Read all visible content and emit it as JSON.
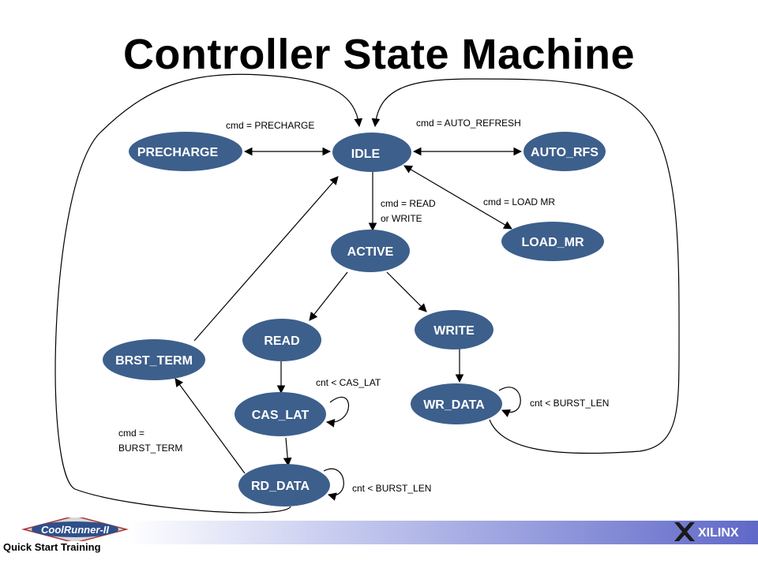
{
  "title": "Controller State Machine",
  "colors": {
    "state_fill": "#3d5f8c",
    "state_text": "#ffffff",
    "arrow": "#000000",
    "footer_gradient_end": "#6068c8"
  },
  "states": {
    "precharge": "PRECHARGE",
    "idle": "IDLE",
    "auto_rfs": "AUTO_RFS",
    "active": "ACTIVE",
    "load_mr": "LOAD_MR",
    "read": "READ",
    "write": "WRITE",
    "brst_term": "BRST_TERM",
    "cas_lat": "CAS_LAT",
    "wr_data": "WR_DATA",
    "rd_data": "RD_DATA"
  },
  "labels": {
    "precharge": "cmd = PRECHARGE",
    "auto_refresh": "cmd = AUTO_REFRESH",
    "read_write_1": "cmd = READ",
    "read_write_2": "or WRITE",
    "load_mr": "cmd = LOAD MR",
    "cas_lat_loop": "cnt < CAS_LAT",
    "wr_burst_loop": "cnt < BURST_LEN",
    "burst_term_1": "cmd =",
    "burst_term_2": "BURST_TERM",
    "rd_burst_loop": "cnt < BURST_LEN"
  },
  "footer": {
    "product_logo": "CoolRunner-II",
    "subtitle": "Quick Start Training",
    "company_logo": "XILINX"
  }
}
